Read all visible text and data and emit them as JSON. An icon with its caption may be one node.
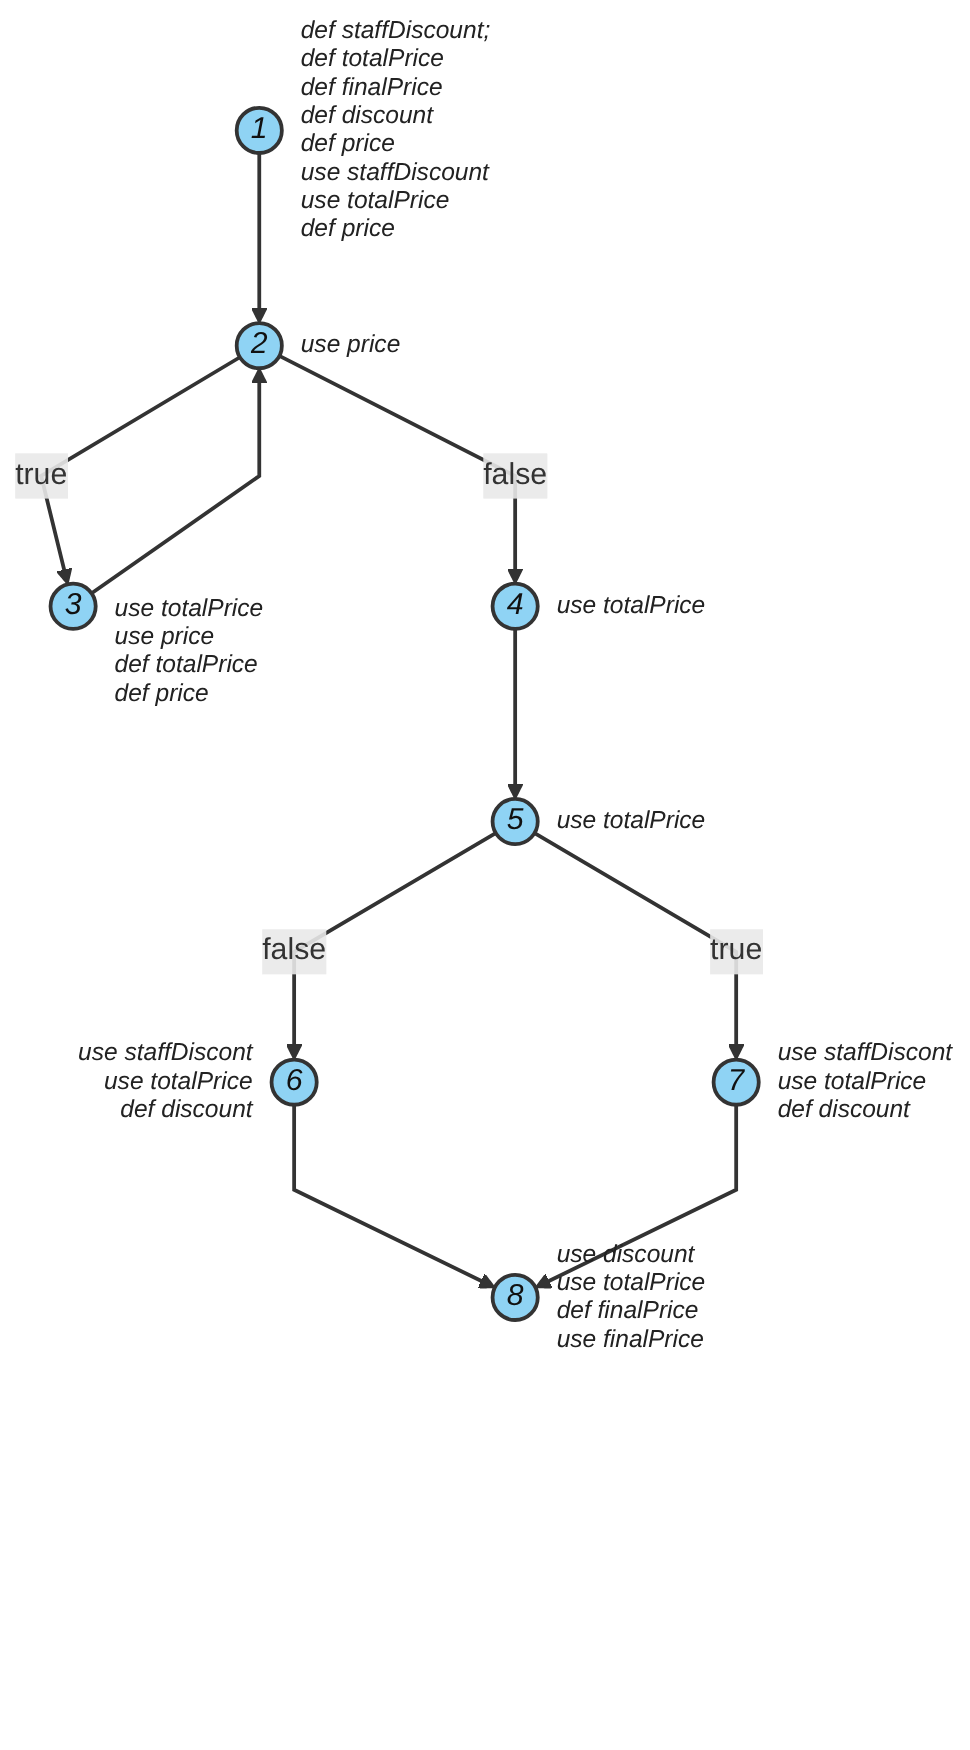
{
  "diagram": {
    "nodes": [
      {
        "text": [
          "1"
        ],
        "beside": [
          "def staffDiscount;",
          "def totalPrice",
          "def finalPrice",
          "def discount",
          "def price",
          "use staffDiscount",
          "use totalPrice",
          "def price"
        ]
      },
      {
        "text": [
          "2"
        ],
        "beside": [
          "use price"
        ]
      },
      {
        "text": [
          "3"
        ],
        "beside": [
          "use totalPrice",
          "use price",
          "def totalPrice",
          "def price"
        ]
      },
      {
        "text": [
          "4"
        ],
        "beside": [
          "use totalPrice"
        ]
      },
      {
        "text": [
          "5"
        ],
        "beside": [
          "use totalPrice"
        ]
      },
      {
        "text": [
          "6"
        ],
        "beside": [
          "use staffDiscont",
          "use totalPrice",
          "def discount"
        ]
      },
      {
        "text": [
          "7"
        ],
        "beside": [
          "use staffDiscont",
          "use totalPrice",
          "def discount"
        ]
      },
      {
        "text": [
          "8"
        ],
        "beside": [
          "use discount",
          "use totalPrice",
          "def finalPrice",
          "use finalPrice"
        ]
      }
    ],
    "edges": [
      {
        "from": 0,
        "to": 1,
        "arrow": "to"
      },
      {
        "from": 1,
        "to": 2,
        "arrow": "to",
        "label": "true"
      },
      {
        "from": 2,
        "to": 1,
        "arrow": "to"
      },
      {
        "from": 1,
        "to": 3,
        "arrow": "to",
        "label": "false"
      },
      {
        "from": 3,
        "to": 4,
        "arrow": "to"
      },
      {
        "from": 4,
        "to": 5,
        "arrow": "to",
        "label": "false"
      },
      {
        "from": 4,
        "to": 6,
        "arrow": "to",
        "label": "true"
      },
      {
        "from": 5,
        "to": 7,
        "arrow": "to"
      },
      {
        "from": 6,
        "to": 7,
        "arrow": "to"
      }
    ]
  }
}
